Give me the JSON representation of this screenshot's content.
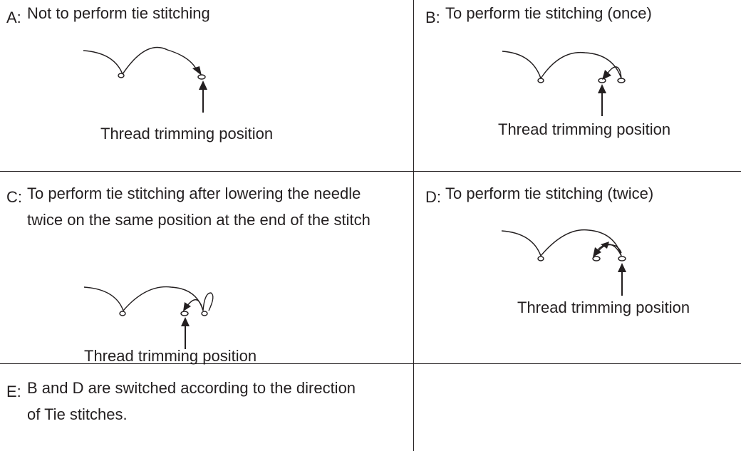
{
  "panels": {
    "a": {
      "letter": "A:",
      "text": "Not to perform tie stitching",
      "caption": "Thread trimming position"
    },
    "b": {
      "letter": "B:",
      "text": "To perform tie stitching (once)",
      "caption": "Thread trimming position"
    },
    "c": {
      "letter": "C:",
      "text": "To perform tie stitching after lowering the needle twice on the same position at the end of the stitch",
      "caption": "Thread trimming position"
    },
    "d": {
      "letter": "D:",
      "text": "To perform tie stitching (twice)",
      "caption": "Thread trimming position"
    },
    "e": {
      "letter": "E:",
      "text": "B and D are switched according to the direction of Tie stitches."
    }
  }
}
